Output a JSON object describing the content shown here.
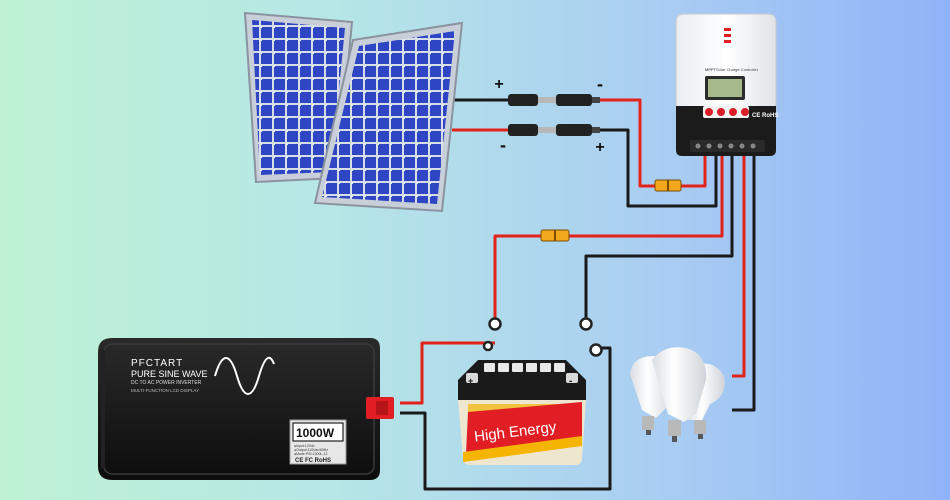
{
  "diagram": {
    "solar_connectors": {
      "top_left_sign": "+",
      "top_right_sign": "-",
      "bottom_left_sign": "-",
      "bottom_right_sign": "+"
    },
    "controller": {
      "brand_tag": "MPPT",
      "subtitle": "Solar Charge Controller",
      "cert_marks": "CE RoHS"
    },
    "inverter": {
      "brand": "PFCTART",
      "title": "PURE SINE WAVE",
      "subtitle": "DC TO AC POWER INVERTER",
      "subtitle2": "MULTI-FUNCTION LCD DISPLAY",
      "power": "1000W",
      "spec_line1": "●Input:12Vdc",
      "spec_line2": "●Output:110Vac/60Hz",
      "spec_line3": "●Mode:PSI-1000L-12",
      "cert_marks": "CE FC RoHS"
    },
    "battery": {
      "label": "High Energy",
      "terminal_plus": "+",
      "terminal_minus": "-"
    },
    "colors": {
      "positive_wire": "#e2231a",
      "negative_wire": "#1a1a1a",
      "fuse": "#f2a81d",
      "panel_cell": "#2f46c4"
    }
  }
}
